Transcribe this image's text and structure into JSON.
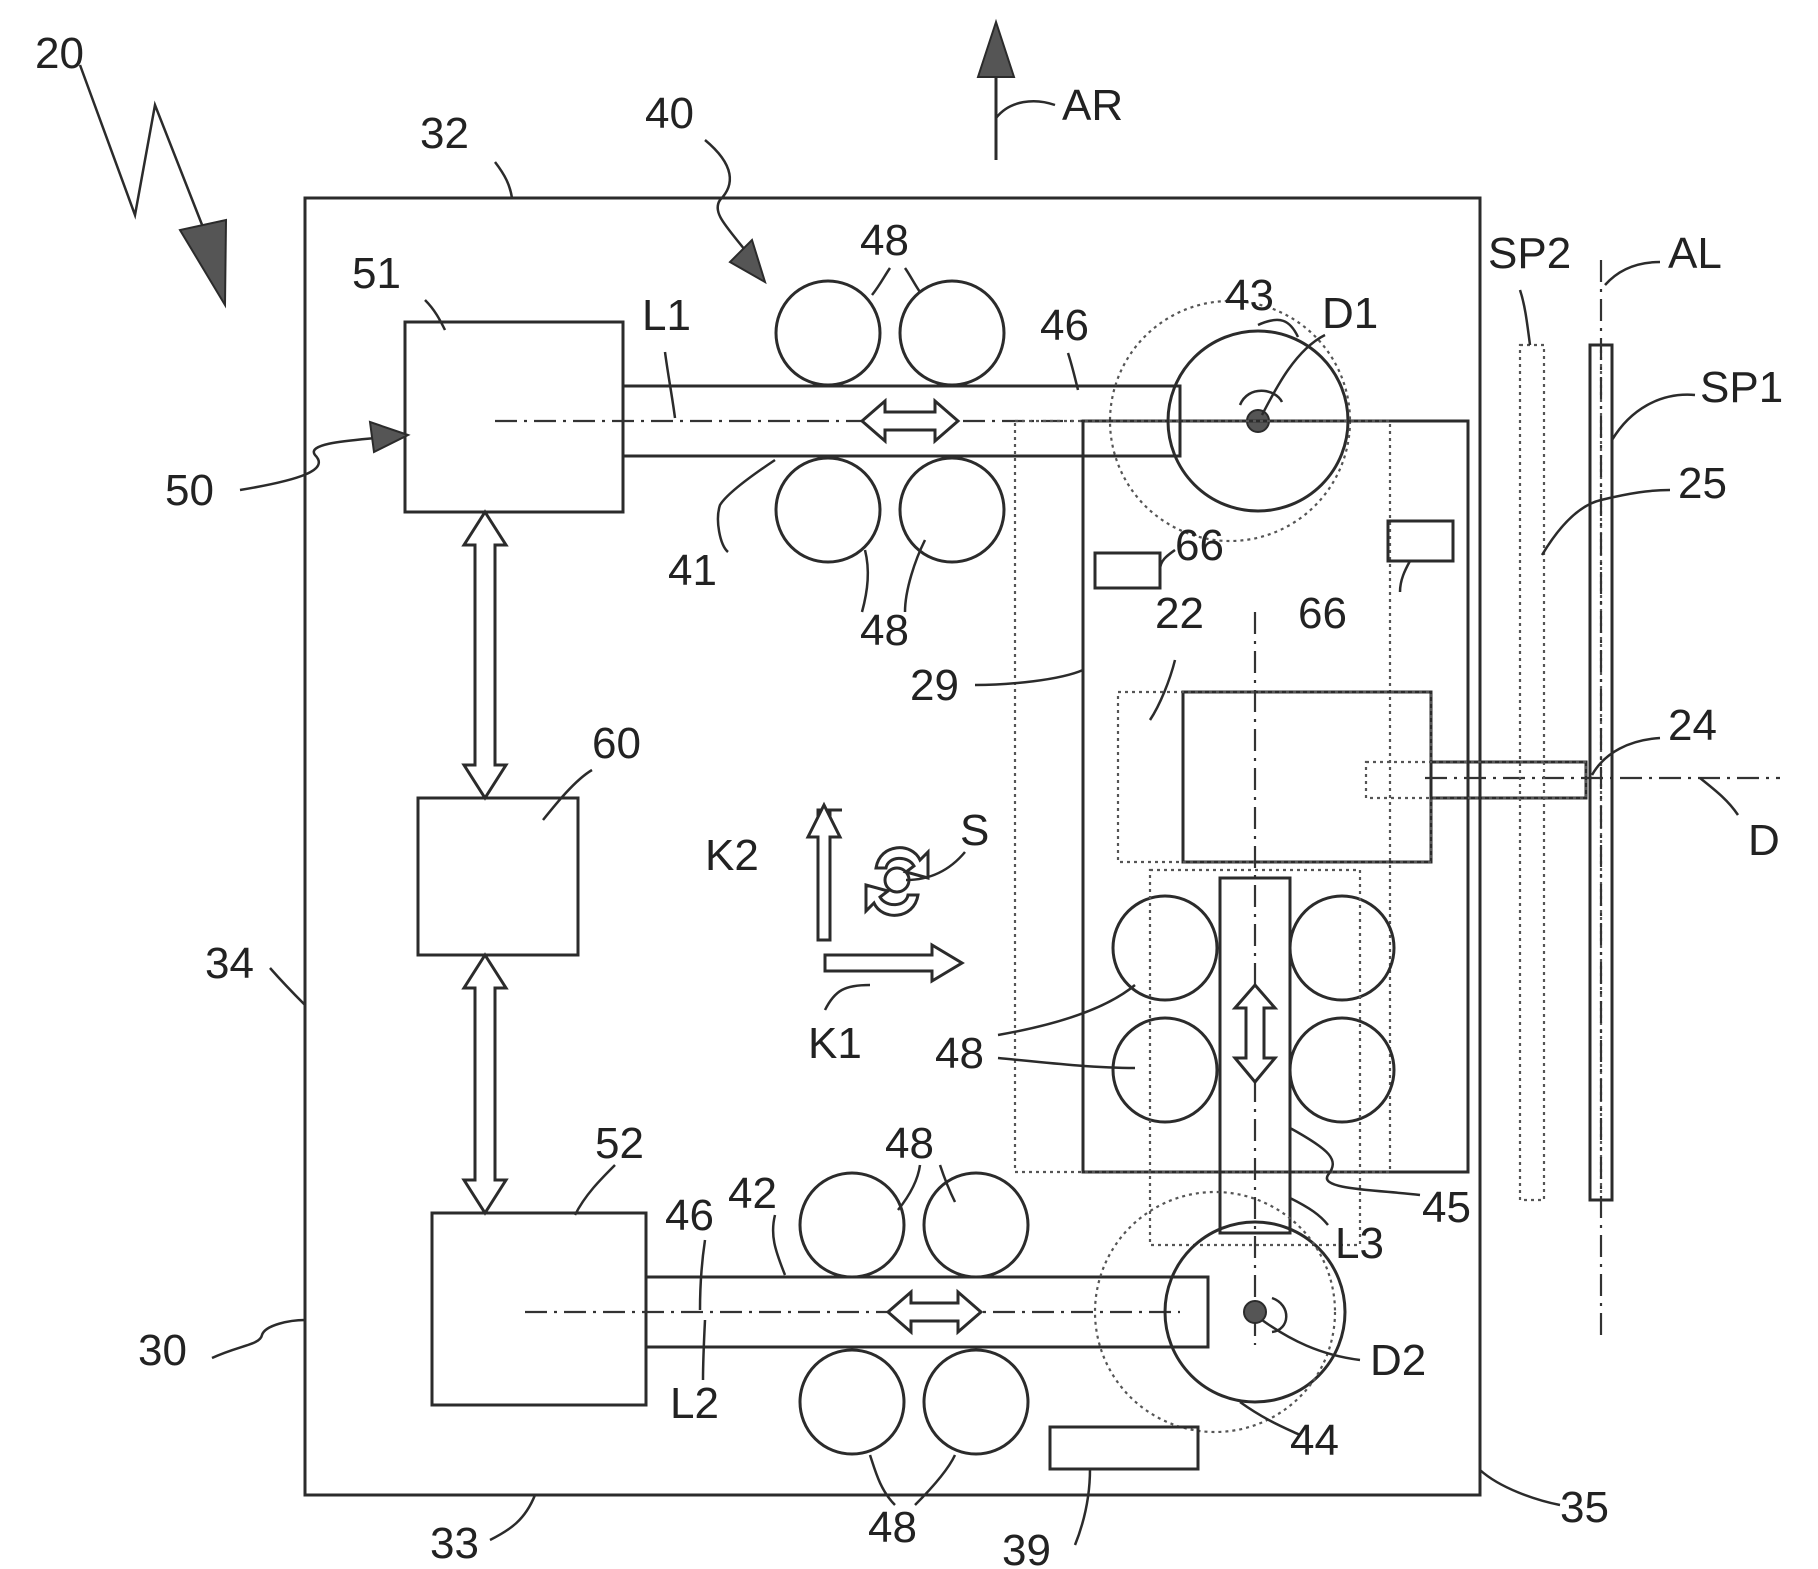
{
  "labels": {
    "n20": "20",
    "n32": "32",
    "n40": "40",
    "AR": "AR",
    "n48a": "48",
    "n51": "51",
    "L1": "L1",
    "n46a": "46",
    "n43": "43",
    "D1": "D1",
    "SP2": "SP2",
    "AL": "AL",
    "SP1": "SP1",
    "n25": "25",
    "n50": "50",
    "n41": "41",
    "n48b": "48",
    "n66a": "66",
    "n66b": "66",
    "n22": "22",
    "n29": "29",
    "n24": "24",
    "n60": "60",
    "D": "D",
    "K2": "K2",
    "S": "S",
    "n34": "34",
    "K1": "K1",
    "n48c": "48",
    "n52": "52",
    "n42": "42",
    "n48d": "48",
    "n46b": "46",
    "n45": "45",
    "L3": "L3",
    "n30": "30",
    "D2": "D2",
    "L2": "L2",
    "n44": "44",
    "n48e": "48",
    "n33": "33",
    "n39": "39",
    "n35": "35"
  },
  "colors": {
    "line": "#2b2b2b",
    "fill": "#555555",
    "background": "#ffffff"
  }
}
